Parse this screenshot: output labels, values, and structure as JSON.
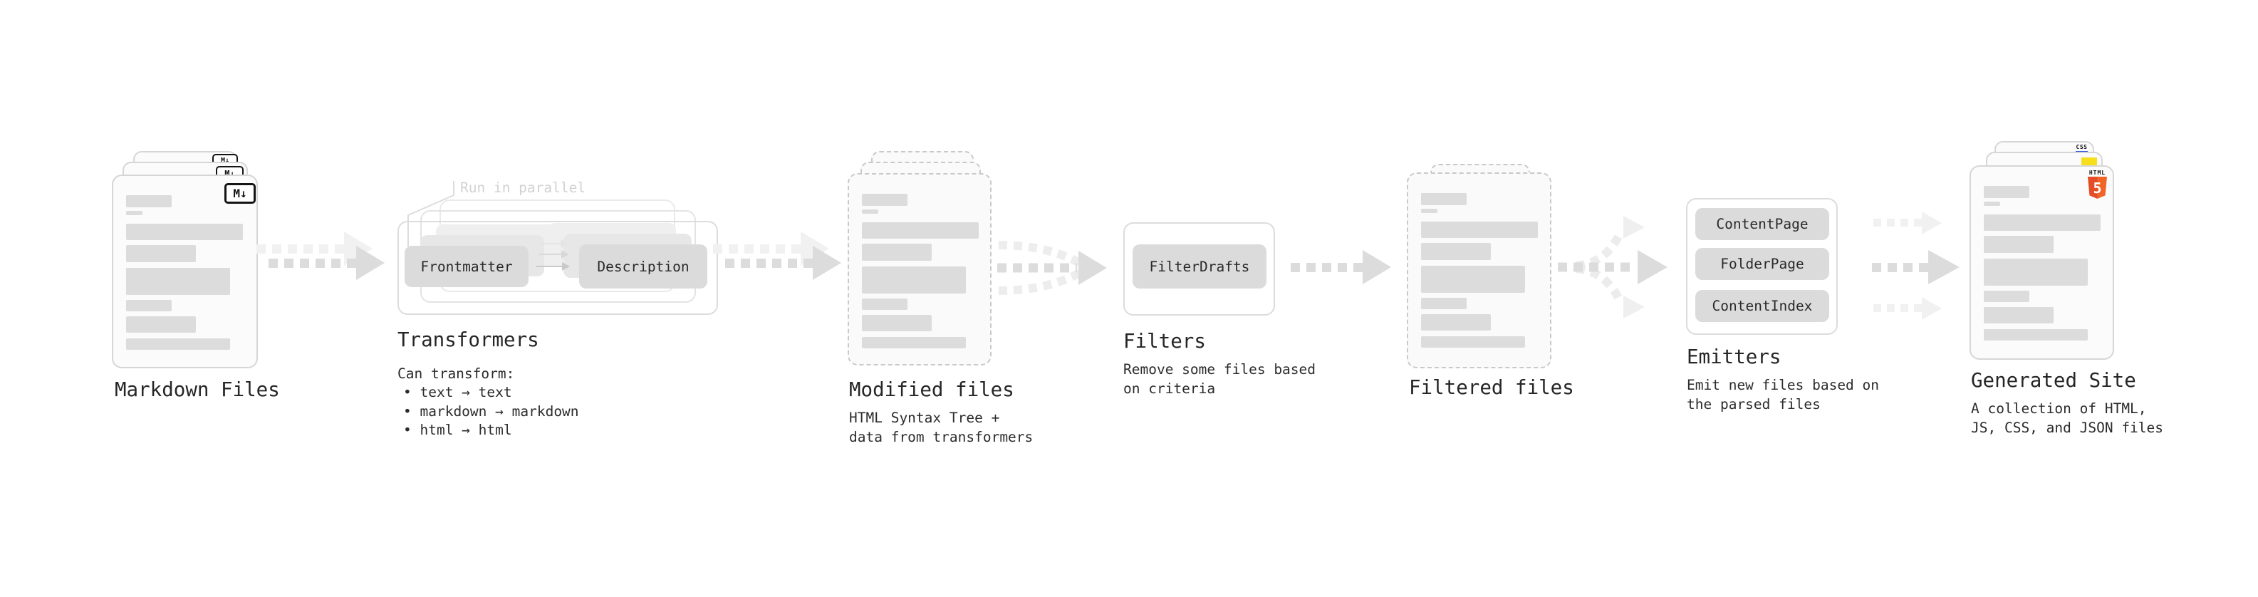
{
  "diagram": {
    "stages": {
      "markdown_files": {
        "label": "Markdown Files",
        "badge": "M↓"
      },
      "transformers": {
        "label": "Transformers",
        "note": "Run in parallel",
        "nodes": [
          "Frontmatter",
          "Description"
        ],
        "desc_title": "Can transform:",
        "bullets": [
          "• text → text",
          "• markdown → markdown",
          "• html → html"
        ]
      },
      "modified_files": {
        "label": "Modified files",
        "desc_line1": "HTML Syntax Tree +",
        "desc_line2": "data from transformers"
      },
      "filters": {
        "label": "Filters",
        "nodes": [
          "FilterDrafts"
        ],
        "desc_line1": "Remove some files based",
        "desc_line2": "on criteria"
      },
      "filtered_files": {
        "label": "Filtered files"
      },
      "emitters": {
        "label": "Emitters",
        "nodes": [
          "ContentPage",
          "FolderPage",
          "ContentIndex"
        ],
        "desc_line1": "Emit new files based on",
        "desc_line2": "the parsed files"
      },
      "generated_site": {
        "label": "Generated Site",
        "desc_line1": "A collection of HTML,",
        "desc_line2": "JS, CSS, and JSON files",
        "badges": {
          "css_label": "CSS",
          "html_label": "HTML",
          "html_number": "5"
        }
      }
    },
    "colors": {
      "html5_orange": "#e44d26",
      "js_yellow": "#f7df1e",
      "css_blue": "#2d53e5",
      "markdown_black": "#141414"
    }
  }
}
